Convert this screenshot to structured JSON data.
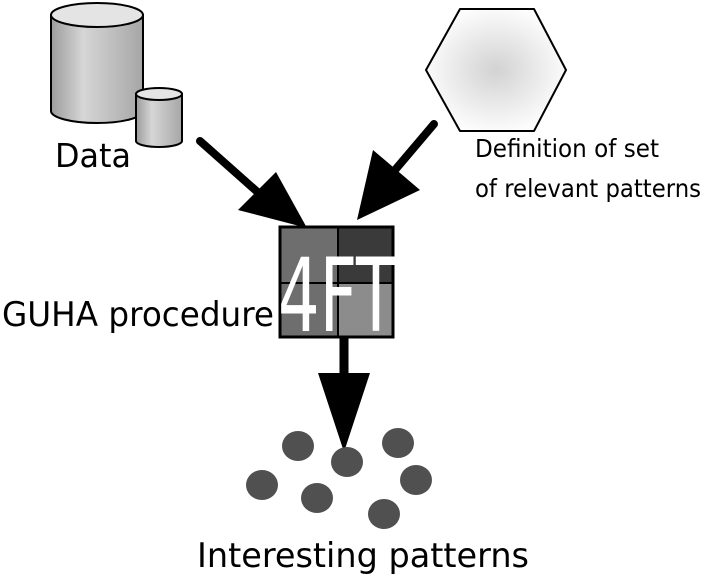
{
  "labels": {
    "data": "Data",
    "definition_line1": "Definition of set",
    "definition_line2": "of relevant patterns",
    "procedure": "GUHA procedure",
    "procedure_logo": "4FT",
    "output": "Interesting patterns"
  },
  "colors": {
    "arrow": "#000000",
    "pattern_dot": "#505050",
    "cylinder_body": "#bdbdbd",
    "cylinder_top": "#e4e4e4",
    "hexagon_center": "#d4d4d4",
    "grid_cell_dark": "#3a3a3a",
    "grid_cell_mid": "#6e6e6e",
    "grid_cell_light": "#8c8c8c"
  },
  "icons": {
    "data_source": "database-icon",
    "pattern_definition": "hexagon-icon",
    "procedure": "four-fold-table-icon"
  }
}
